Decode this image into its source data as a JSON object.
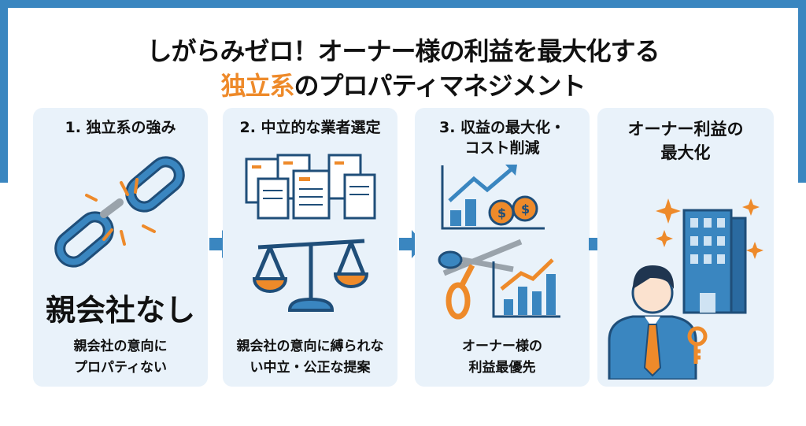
{
  "title": {
    "line1": "しがらみゼロ！オーナー様の利益を最大化する",
    "line2_accent": "独立系",
    "line2_rest": "のプロパティマネジメント"
  },
  "cards": [
    {
      "heading": "1. 独立系の強み",
      "highlight": "親会社なし",
      "desc1": "親会社の意向に",
      "desc2": "プロパティない",
      "icon": "broken-chain-icon"
    },
    {
      "heading": "2. 中立的な業者選定",
      "desc1": "親会社の意向に縛られな",
      "desc2": "い中立・公正な提案",
      "icon": "scales-icon"
    },
    {
      "heading1": "3. 収益の最大化・",
      "heading2": "コスト削減",
      "desc1": "オーナー様の",
      "desc2": "利益最優先",
      "icon": "scissors-chart-icon"
    },
    {
      "heading1": "オーナー利益の",
      "heading2": "最大化",
      "icon": "owner-building-icon"
    }
  ],
  "colors": {
    "blue": "#3a86c0",
    "orange": "#ee8a2a",
    "navy": "#1f4e79",
    "card": "#e9f2fa"
  }
}
